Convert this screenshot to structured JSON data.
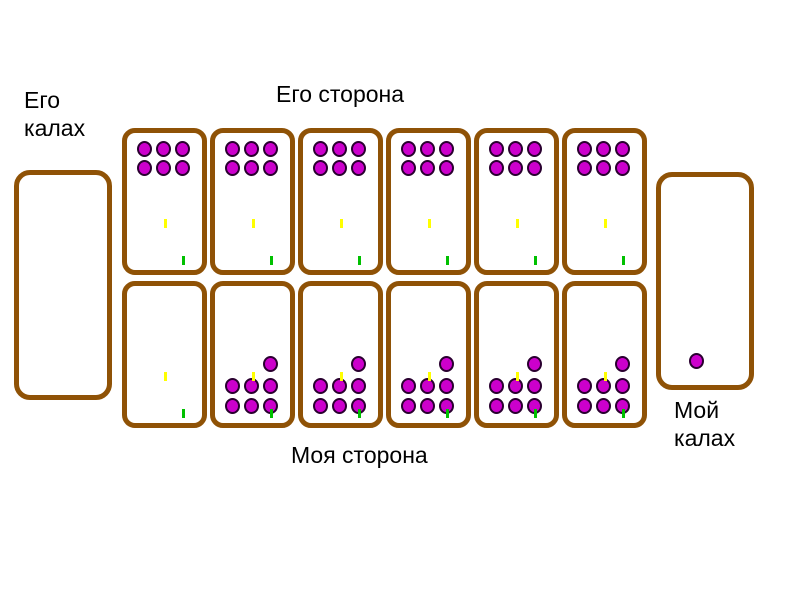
{
  "labels": {
    "his_kalah": "Его калах",
    "his_side": "Его сторона",
    "my_side": "Моя сторона",
    "my_kalah": "Мой калах"
  },
  "board": {
    "his_store_stones": 0,
    "my_store_stones": 1,
    "top_pits": [
      6,
      6,
      6,
      6,
      6,
      6
    ],
    "bottom_pits": [
      0,
      7,
      7,
      7,
      7,
      7
    ]
  },
  "colors": {
    "border": "#8f5206",
    "stone": "#CC00CC",
    "stone_outline": "#2a0030",
    "marker_yellow": "#FFFF00",
    "marker_green": "#00C000",
    "background": "#FFFFFF",
    "text": "#000000"
  }
}
